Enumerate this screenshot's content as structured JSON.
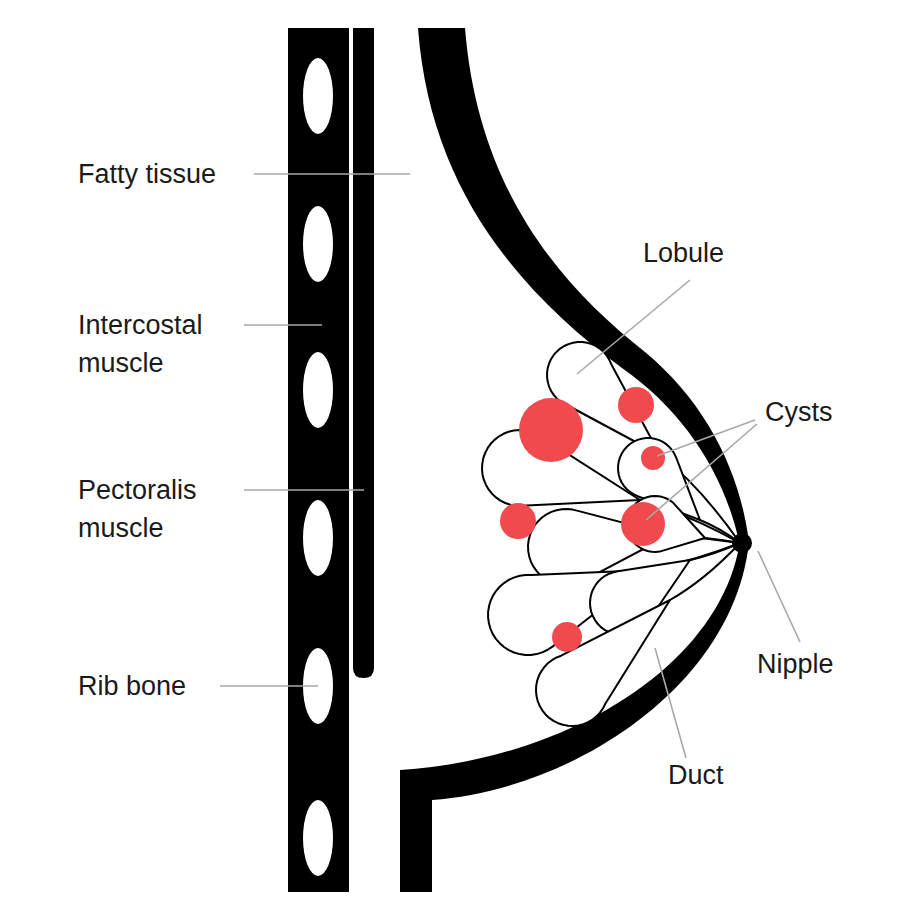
{
  "diagram": {
    "labels": [
      "Fatty tissue",
      "Intercostal muscle",
      "Pectoralis muscle",
      "Rib bone",
      "Lobule",
      "Cysts",
      "Nipple",
      "Duct"
    ]
  }
}
